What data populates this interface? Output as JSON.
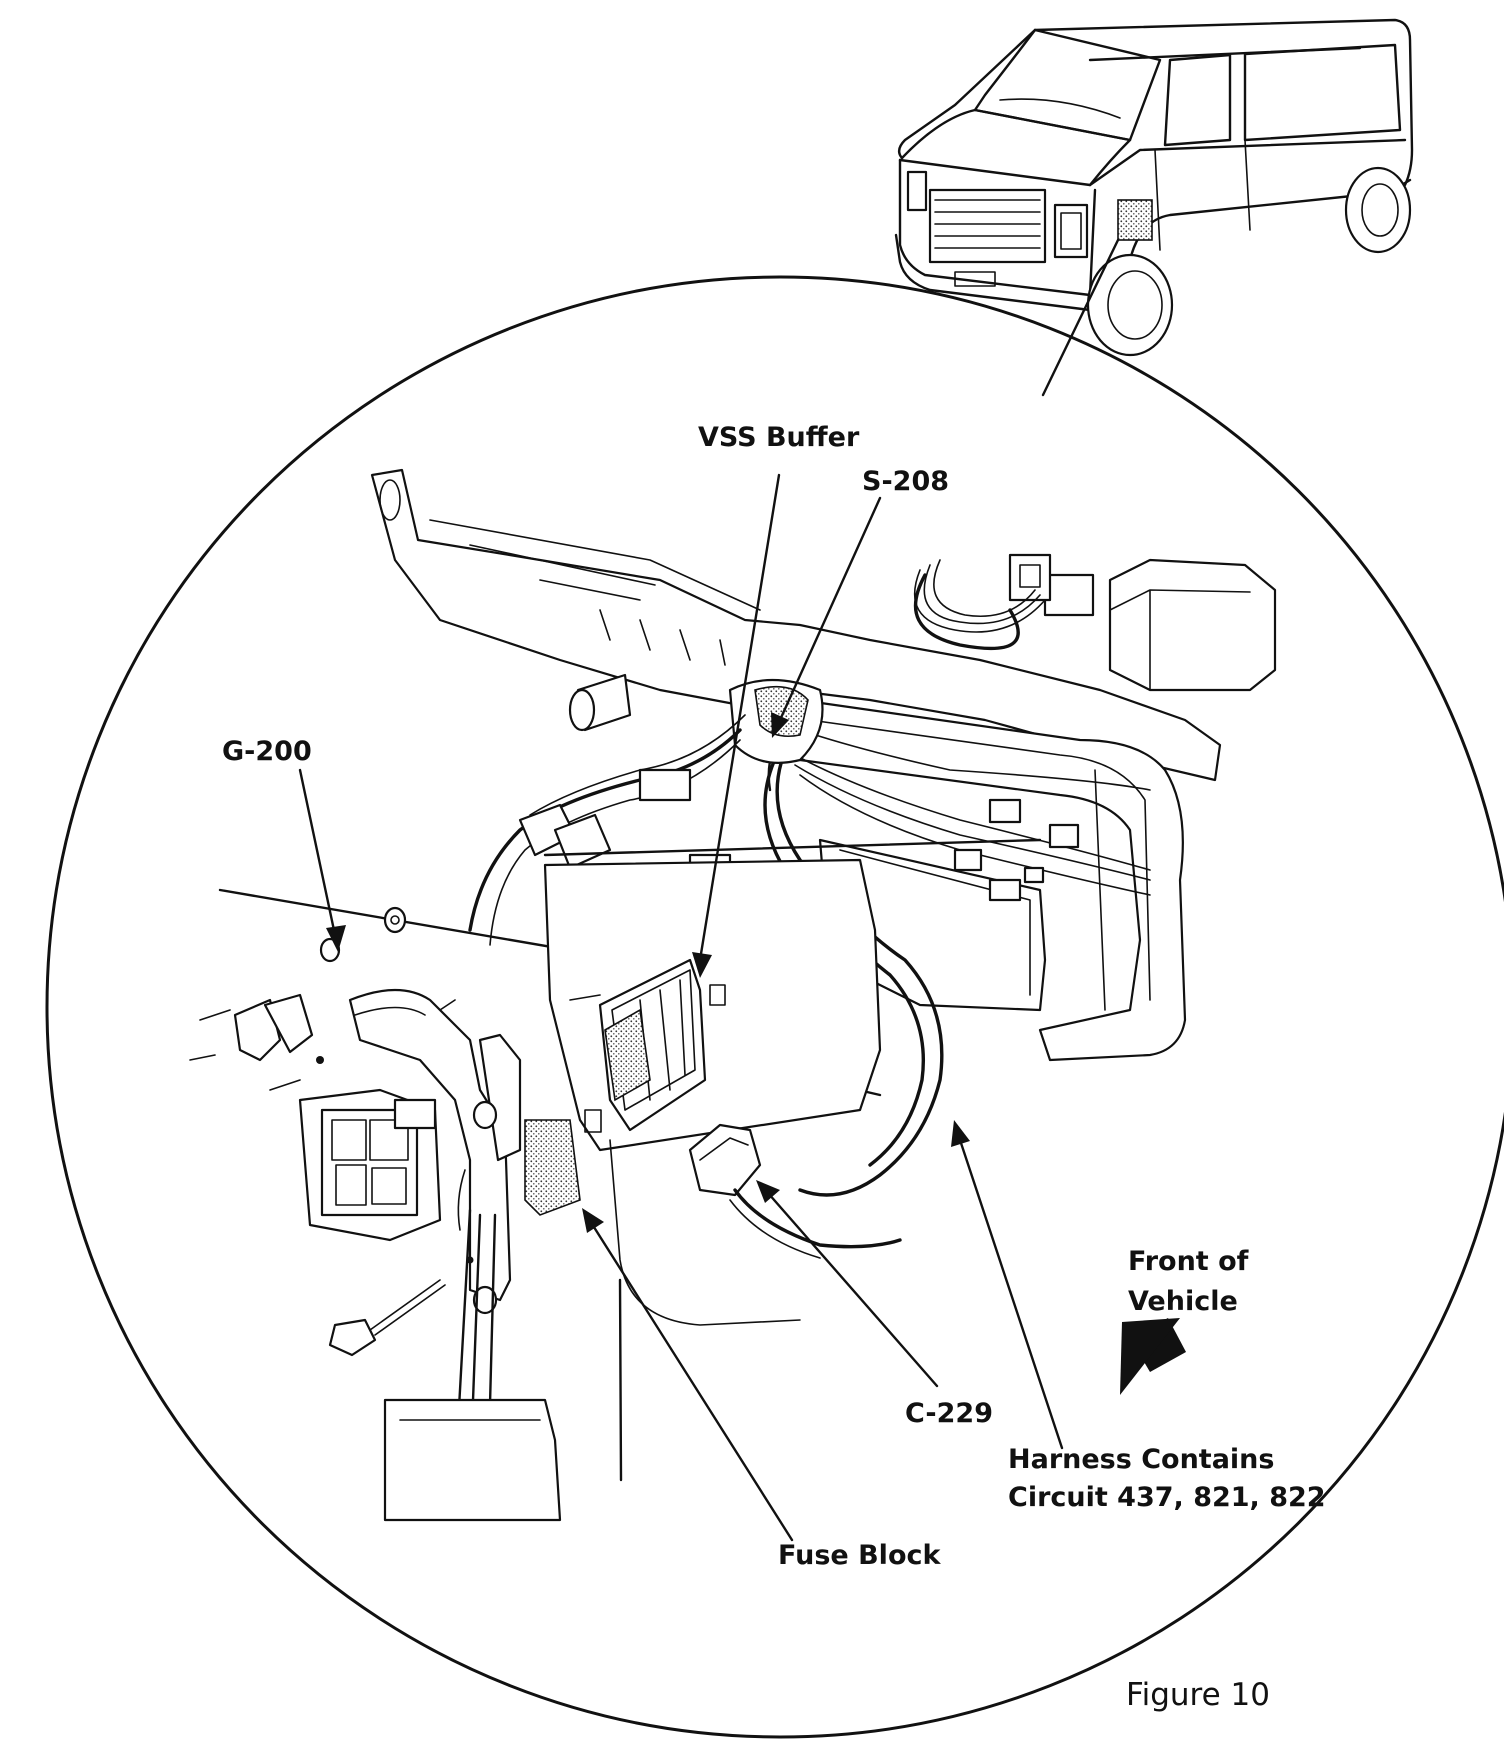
{
  "figure": {
    "caption": "Figure 10"
  },
  "labels": {
    "vss_buffer": "VSS Buffer",
    "s208": "S-208",
    "g200": "G-200",
    "front_line1": "Front of",
    "front_line2": "Vehicle",
    "c229": "C-229",
    "harness_line1": "Harness Contains",
    "harness_line2": "Circuit 437, 821, 822",
    "fuse_block": "Fuse Block"
  }
}
